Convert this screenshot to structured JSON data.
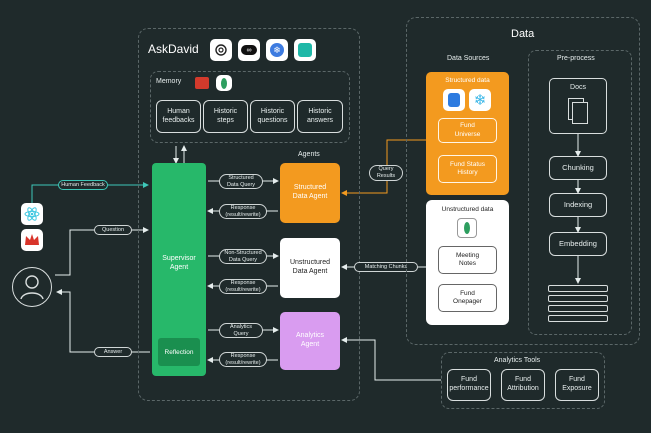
{
  "askdavid": {
    "title": "AskDavid",
    "icons": [
      "openai-icon",
      "meta-icon",
      "snowflake-like-icon",
      "assistant-icon"
    ]
  },
  "memory": {
    "title": "Memory",
    "items": [
      "Human\nfeedbacks",
      "Historic\nsteps",
      "Historic\nquestions",
      "Historic\nanswers"
    ]
  },
  "agents_label": "Agents",
  "supervisor": {
    "label": "Supervisor\nAgent",
    "reflection": "Reflection"
  },
  "agents": {
    "structured": "Structured\nData Agent",
    "unstructured": "Unstructured\nData Agent",
    "analytics": "Analytics\nAgent"
  },
  "pills": {
    "structured_query": "Structured\nData Query",
    "response1": "Response\n(result/rewrite)",
    "nonstructured_query": "Non-Structured\nData Query",
    "response2": "Response\n(result/rewrite)",
    "analytics_query": "Analytics\nQuery",
    "response3": "Response\n(result/rewrite)",
    "human_feedback": "Human Feedback",
    "question": "Question",
    "answer": "Answer",
    "query_results": "Query\nResults",
    "matching_chunks": "Matching Chunks"
  },
  "data": {
    "title": "Data",
    "sources_title": "Data Sources",
    "structured": {
      "title": "Structured data",
      "items": [
        "Fund\nUniverse",
        "Fund Status\nHistory"
      ]
    },
    "unstructured": {
      "title": "Unstructured data",
      "items": [
        "Meeting\nNotes",
        "Fund\nOnepager"
      ]
    },
    "preprocess": {
      "title": "Pre-process",
      "docs": "Docs",
      "steps": [
        "Chunking",
        "Indexing",
        "Embedding"
      ]
    }
  },
  "analytics_tools": {
    "title": "Analytics Tools",
    "items": [
      "Fund\nperformance",
      "Fund\nAttribution",
      "Fund\nExposure"
    ]
  },
  "colors": {
    "background": "#1f2a2b",
    "supervisor_green": "#27b86a",
    "structured_orange": "#f39a1f",
    "analytics_purple": "#d99cf0",
    "arrow_teal": "#3ec7b8",
    "arrow_orange": "#f39a1f"
  }
}
